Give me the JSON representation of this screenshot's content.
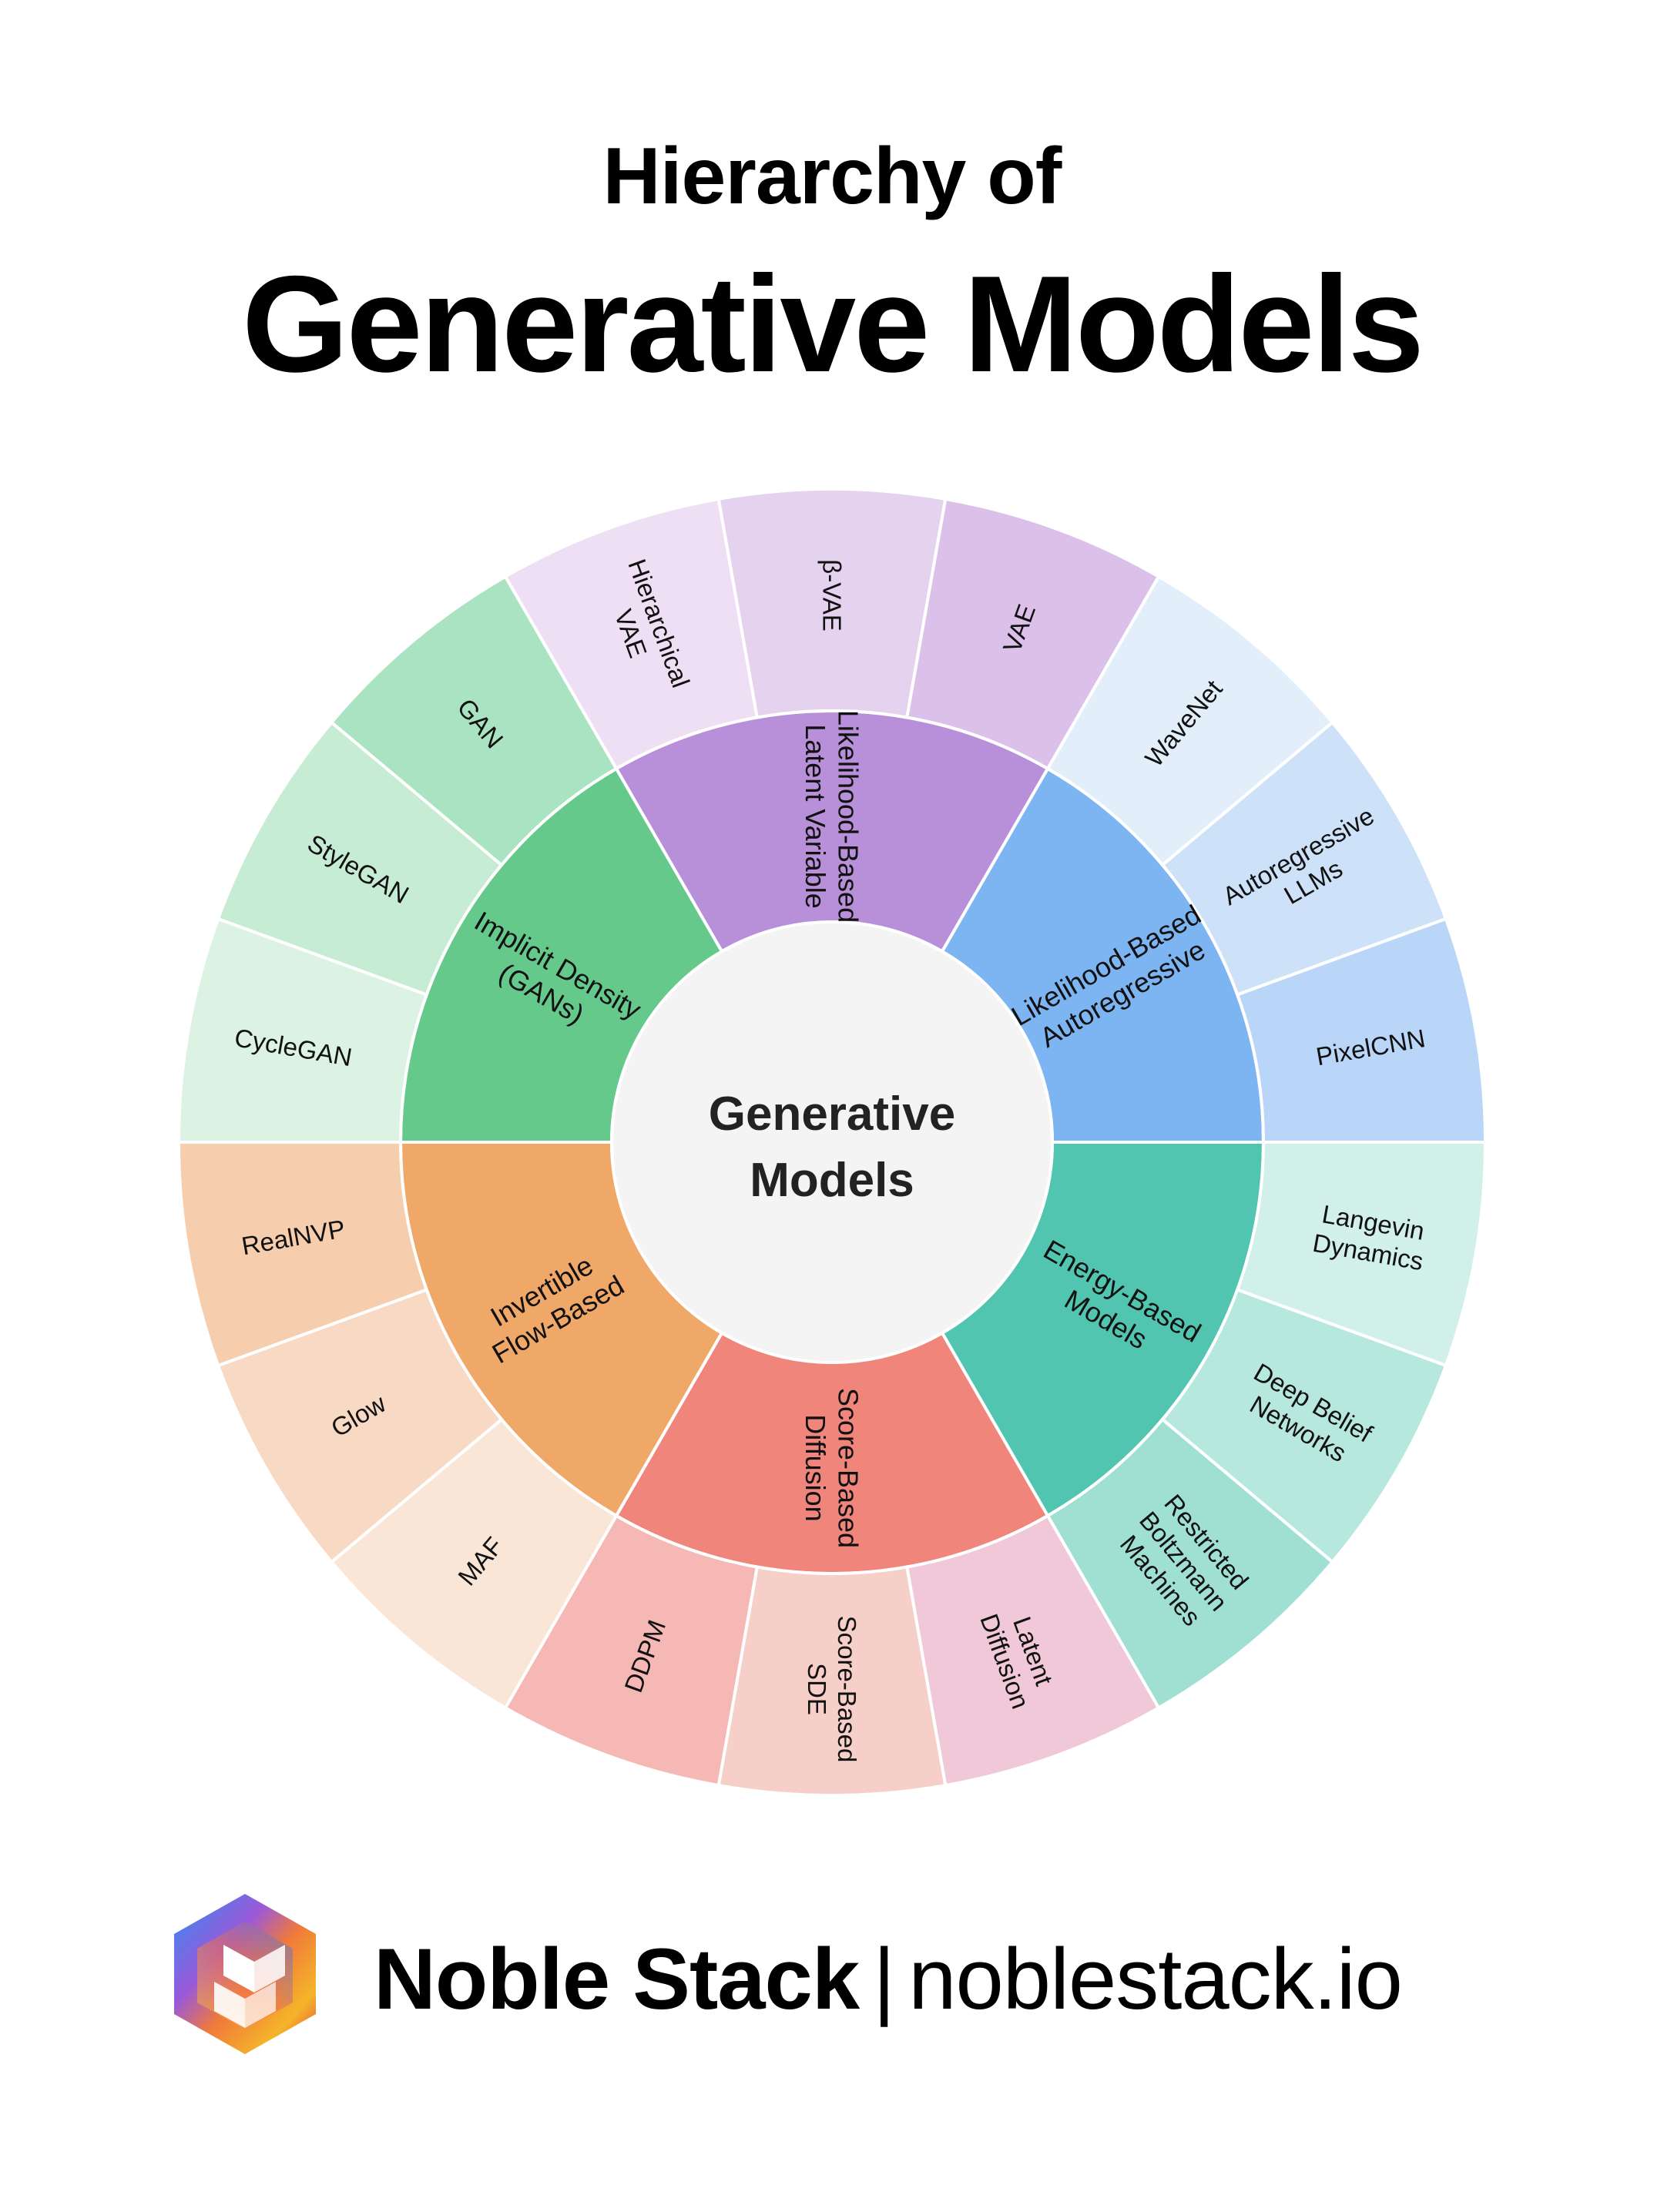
{
  "title": {
    "line1": "Hierarchy of",
    "line2": "Generative Models"
  },
  "center": {
    "lines": [
      "Generative",
      "Models"
    ],
    "color": "#f4f4f4"
  },
  "categories": [
    {
      "label": [
        "Likelihood-Based",
        "Latent Variable"
      ],
      "color": "#b88fd9",
      "children": [
        {
          "label": [
            "Hierarchical",
            "VAE"
          ],
          "color": "#efdff4"
        },
        {
          "label": [
            "β-VAE"
          ],
          "color": "#e4d2ee"
        },
        {
          "label": [
            "VAE"
          ],
          "color": "#dbc1ea"
        }
      ]
    },
    {
      "label": [
        "Likelihood-Based",
        "Autoregressive"
      ],
      "color": "#7db4f2",
      "children": [
        {
          "label": [
            "WaveNet"
          ],
          "color": "#e3eefb"
        },
        {
          "label": [
            "Autoregressive",
            "LLMs"
          ],
          "color": "#cde2f9"
        },
        {
          "label": [
            "PixelCNN"
          ],
          "color": "#b9d6f8"
        }
      ]
    },
    {
      "label": [
        "Energy-Based",
        "Models"
      ],
      "color": "#52c5b0",
      "children": [
        {
          "label": [
            "Langevin",
            "Dynamics"
          ],
          "color": "#d2f0ea"
        },
        {
          "label": [
            "Deep Belief",
            "Networks"
          ],
          "color": "#b7e8dd"
        },
        {
          "label": [
            "Restricted",
            "Boltzmann",
            "Machines"
          ],
          "color": "#a0e0d3"
        }
      ]
    },
    {
      "label": [
        "Score-Based",
        "Diffusion"
      ],
      "color": "#f0857c",
      "children": [
        {
          "label": [
            "Latent",
            "Diffusion"
          ],
          "color": "#f0c8d8"
        },
        {
          "label": [
            "Score-Based",
            "SDE"
          ],
          "color": "#f6cfc8"
        },
        {
          "label": [
            "DDPM"
          ],
          "color": "#f5b8b5"
        }
      ]
    },
    {
      "label": [
        "Invertible",
        "Flow-Based"
      ],
      "color": "#f0a869",
      "children": [
        {
          "label": [
            "MAF"
          ],
          "color": "#fae6d7"
        },
        {
          "label": [
            "Glow"
          ],
          "color": "#f8dac4"
        },
        {
          "label": [
            "RealNVP"
          ],
          "color": "#f6cdad"
        }
      ]
    },
    {
      "label": [
        "Implicit Density",
        "(GANs)"
      ],
      "color": "#66c98c",
      "children": [
        {
          "label": [
            "CycleGAN"
          ],
          "color": "#dcf3e3"
        },
        {
          "label": [
            "StyleGAN"
          ],
          "color": "#c6ecd4"
        },
        {
          "label": [
            "GAN"
          ],
          "color": "#aae3c2"
        }
      ]
    }
  ],
  "footer": {
    "brand": "Noble Stack",
    "separator": "|",
    "url": "noblestack.io"
  }
}
